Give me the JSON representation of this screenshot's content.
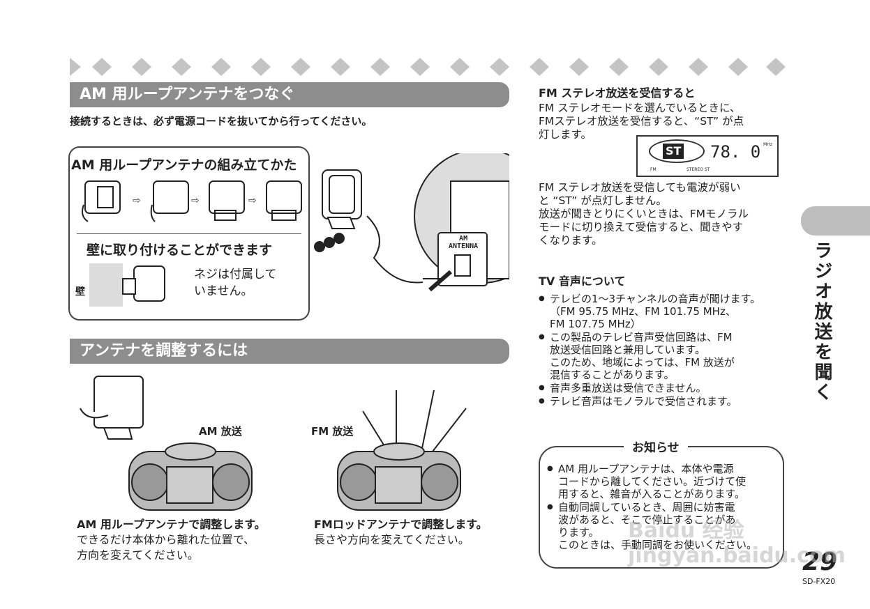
{
  "section1": {
    "title": "AM 用ループアンテナをつなぐ",
    "warning": "接続するときは、必ず電源コードを抜いてから行ってください。",
    "assembly_title": "AM 用ループアンテナの組み立てかた",
    "wall_title": "壁に取り付けることができます",
    "wall_label": "壁",
    "screw_note_line1": "ネジは付属して",
    "screw_note_line2": "いません。",
    "jack_label_line1": "AM",
    "jack_label_line2": "ANTENNA"
  },
  "section2": {
    "title": "アンテナを調整するには",
    "am_label": "AM 放送",
    "fm_label": "FM 放送",
    "am_caption_bold": "AM 用ループアンテナで調整します。",
    "am_caption_line1": "できるだけ本体から離れた位置で、",
    "am_caption_line2": "方向を変えてください。",
    "fm_caption_bold": "FMロッドアンテナで調整します。",
    "fm_caption_line1": "長さや方向を変えてください。"
  },
  "right": {
    "fm_title": "FM ステレオ放送を受信すると",
    "fm_p1_line1": "FM ステレオモードを選んでいるときに、",
    "fm_p1_line2": "FMステレオ放送を受信すると、“ST” が点",
    "fm_p1_line3": "灯します。",
    "display_st": "ST",
    "display_freq": "78. 0",
    "display_mhz": "MHz",
    "display_fm": "FM",
    "display_stereo": "STEREO ST",
    "fm_p2_line1": "FM ステレオ放送を受信しても電波が弱い",
    "fm_p2_line2": "と “ST” が点灯しません。",
    "fm_p2_line3": "放送が聞きとりにくいときは、FMモノラル",
    "fm_p2_line4": "モードに切り換えて受信すると、聞きやす",
    "fm_p2_line5": "くなります。",
    "tv_title": "TV 音声について",
    "tv_items": [
      {
        "l1": "テレビの1～3チャンネルの音声が聞けます。",
        "l2": "（FM 95.75 MHz、FM 101.75 MHz、",
        "l3": "FM 107.75 MHz）",
        "l4": ""
      },
      {
        "l1": "この製品のテレビ音声受信回路は、FM",
        "l2": "放送受信回路と兼用しています。",
        "l3": "このため、地域によっては、FM 放送が",
        "l4": "混信することがあります。"
      },
      {
        "l1": "音声多重放送は受信できません。",
        "l2": "",
        "l3": "",
        "l4": ""
      },
      {
        "l1": "テレビ音声はモノラルで受信されます。",
        "l2": "",
        "l3": "",
        "l4": ""
      }
    ],
    "notice_title": "お知らせ",
    "notice_items": [
      {
        "l1": "AM 用ループアンテナは、本体や電源",
        "l2": "コードから離してください。近づけて使",
        "l3": "用すると、雑音が入ることがあります。",
        "l4": ""
      },
      {
        "l1": "自動同調しているとき、周囲に妨害電",
        "l2": "波があると、そこで停止することがあ",
        "l3": "ります。",
        "l4": "このときは、手動同調をお使いください。"
      }
    ]
  },
  "side_tab_text": "ラジオ放送を聞く",
  "page_number": "29",
  "model": "SD-FX20",
  "watermark": "Baidu 经验 jingyan.baidu.com"
}
